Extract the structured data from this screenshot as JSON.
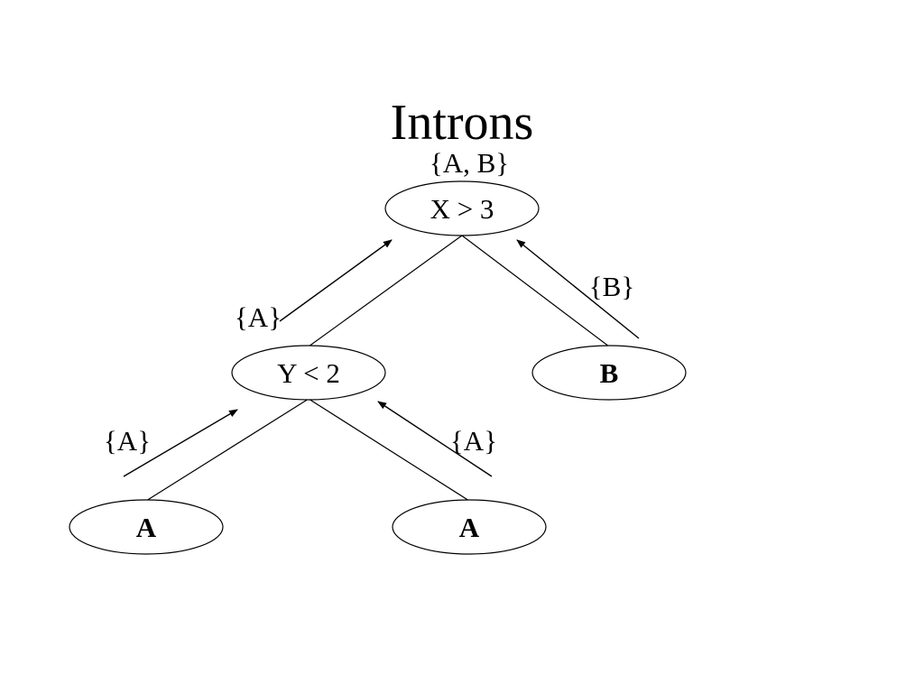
{
  "slide": {
    "title": "Introns"
  },
  "tree": {
    "root": {
      "label": "X > 3",
      "set": "{A, B}"
    },
    "left": {
      "label": "Y < 2",
      "set": "{A}"
    },
    "right": {
      "label": "B",
      "set": "{B}"
    },
    "left_left": {
      "label": "A",
      "set": "{A}"
    },
    "left_right": {
      "label": "A",
      "set": "{A}"
    }
  }
}
